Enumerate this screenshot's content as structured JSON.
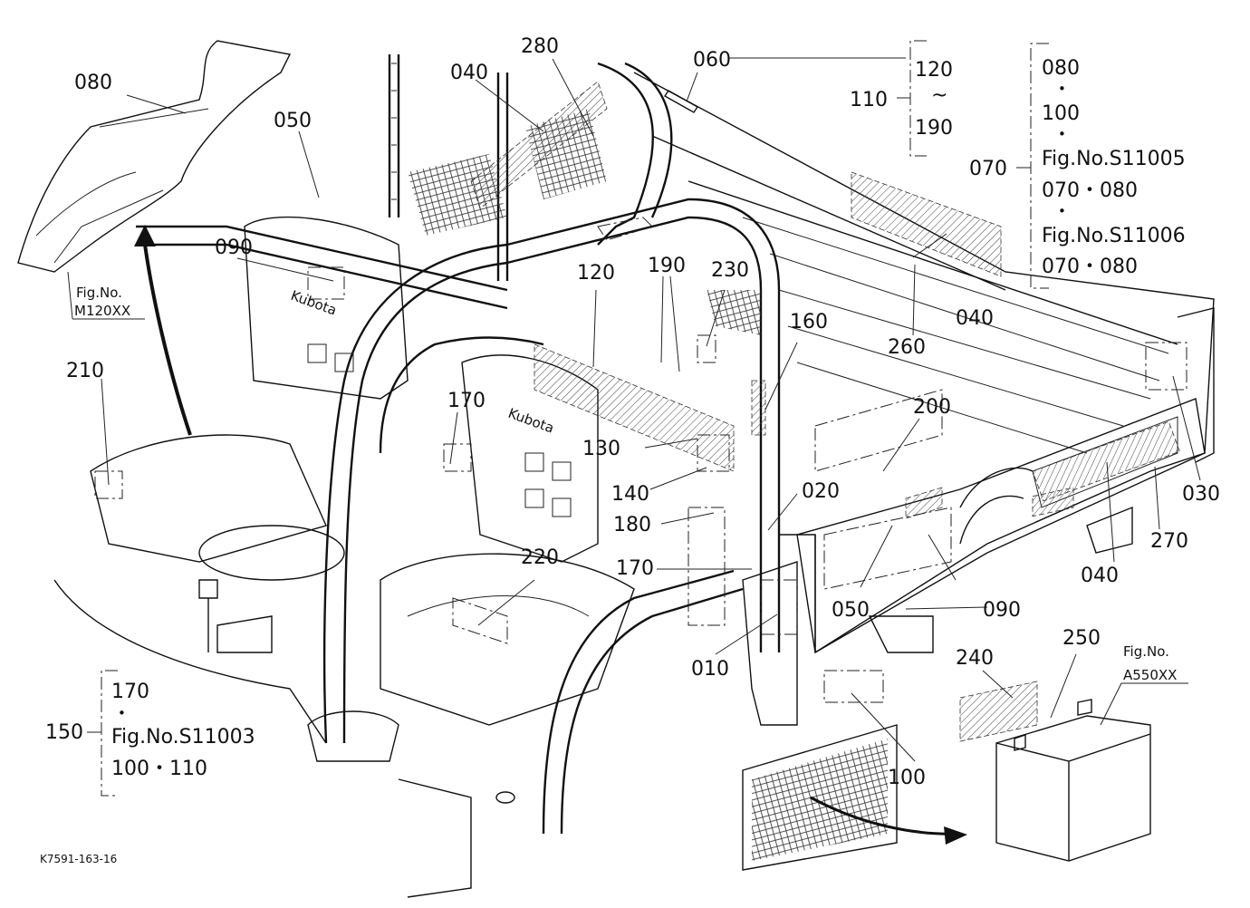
{
  "drawing_code": "K7591-163-16",
  "callouts": [
    {
      "id": "c080a",
      "text": "080"
    },
    {
      "id": "c050a",
      "text": "050"
    },
    {
      "id": "c040a",
      "text": "040"
    },
    {
      "id": "c280",
      "text": "280"
    },
    {
      "id": "c060",
      "text": "060"
    },
    {
      "id": "c110",
      "text": "110"
    },
    {
      "id": "c070",
      "text": "070"
    },
    {
      "id": "c090a",
      "text": "090"
    },
    {
      "id": "c120",
      "text": "120"
    },
    {
      "id": "c190",
      "text": "190"
    },
    {
      "id": "c230",
      "text": "230"
    },
    {
      "id": "c040b",
      "text": "040"
    },
    {
      "id": "c160",
      "text": "160"
    },
    {
      "id": "c260",
      "text": "260"
    },
    {
      "id": "c210",
      "text": "210"
    },
    {
      "id": "c170a",
      "text": "170"
    },
    {
      "id": "c130",
      "text": "130"
    },
    {
      "id": "c200",
      "text": "200"
    },
    {
      "id": "c030",
      "text": "030"
    },
    {
      "id": "c140",
      "text": "140"
    },
    {
      "id": "c020",
      "text": "020"
    },
    {
      "id": "c180",
      "text": "180"
    },
    {
      "id": "c270",
      "text": "270"
    },
    {
      "id": "c220",
      "text": "220"
    },
    {
      "id": "c170b",
      "text": "170"
    },
    {
      "id": "c040c",
      "text": "040"
    },
    {
      "id": "c050b",
      "text": "050"
    },
    {
      "id": "c090b",
      "text": "090"
    },
    {
      "id": "c010",
      "text": "010"
    },
    {
      "id": "c240",
      "text": "240"
    },
    {
      "id": "c250",
      "text": "250"
    },
    {
      "id": "c100",
      "text": "100"
    },
    {
      "id": "c150",
      "text": "150"
    }
  ],
  "fig_refs": [
    {
      "id": "m120",
      "line1": "Fig.No.",
      "line2": "M120XX"
    },
    {
      "id": "a550",
      "line1": "Fig.No.",
      "line2": "A550XX"
    }
  ],
  "group_110": {
    "first": "120",
    "sep": "~",
    "last": "190"
  },
  "group_070": {
    "l1": "080",
    "l2": "•",
    "l3": "100",
    "l4": "•",
    "l5": "Fig.No.S11005",
    "l6": "070・080",
    "l7": "•",
    "l8": "Fig.No.S11006",
    "l9": "070・080"
  },
  "group_150": {
    "l1": "170",
    "l2": "•",
    "l3": "Fig.No.S11003",
    "l4": "100・110"
  },
  "seat_brand": "Kubota"
}
